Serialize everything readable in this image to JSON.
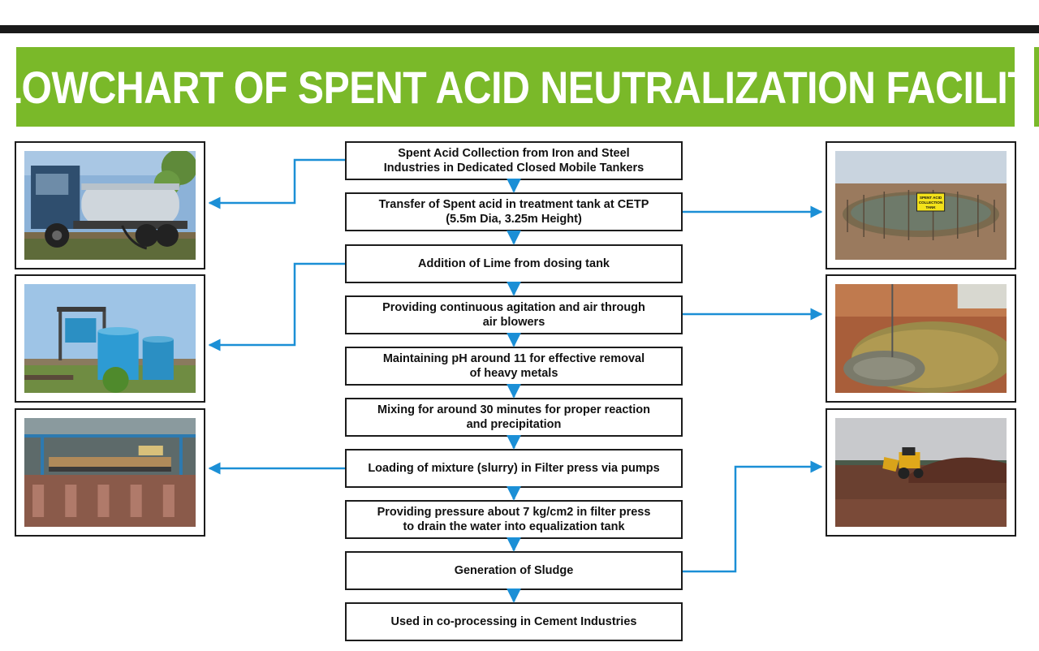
{
  "title": "FLOWCHART OF SPENT ACID NEUTRALIZATION FACILITY",
  "colors": {
    "green": "#7ab929",
    "arrow": "#1b8fd6",
    "border": "#1c1c1c"
  },
  "steps": [
    {
      "lines": [
        "Spent Acid Collection from Iron and Steel",
        "Industries in Dedicated Closed Mobile Tankers"
      ]
    },
    {
      "lines": [
        "Transfer of Spent acid in treatment tank  at CETP",
        "(5.5m Dia, 3.25m Height)"
      ]
    },
    {
      "lines": [
        "Addition of Lime from dosing tank"
      ]
    },
    {
      "lines": [
        "Providing continuous agitation and air through",
        "air blowers"
      ]
    },
    {
      "lines": [
        "Maintaining pH around 11 for effective removal",
        "of heavy metals"
      ]
    },
    {
      "lines": [
        "Mixing for around 30 minutes for proper reaction",
        "and precipitation"
      ]
    },
    {
      "lines": [
        "Loading of mixture (slurry) in Filter press via pumps"
      ]
    },
    {
      "lines": [
        "Providing pressure about 7 kg/cm2  in filter press",
        "to drain the water into equalization tank"
      ]
    },
    {
      "lines": [
        "Generation of Sludge"
      ]
    },
    {
      "lines": [
        "Used in co-processing in Cement Industries"
      ]
    }
  ],
  "photos": {
    "left": [
      {
        "subject": "tanker-truck"
      },
      {
        "subject": "dosing-tanks"
      },
      {
        "subject": "filter-press-shed"
      }
    ],
    "right": [
      {
        "subject": "treatment-tank",
        "sign": [
          "SPENT ACID",
          "COLLECTION",
          "TANK"
        ]
      },
      {
        "subject": "agitation-tank"
      },
      {
        "subject": "sludge-excavator"
      }
    ]
  }
}
